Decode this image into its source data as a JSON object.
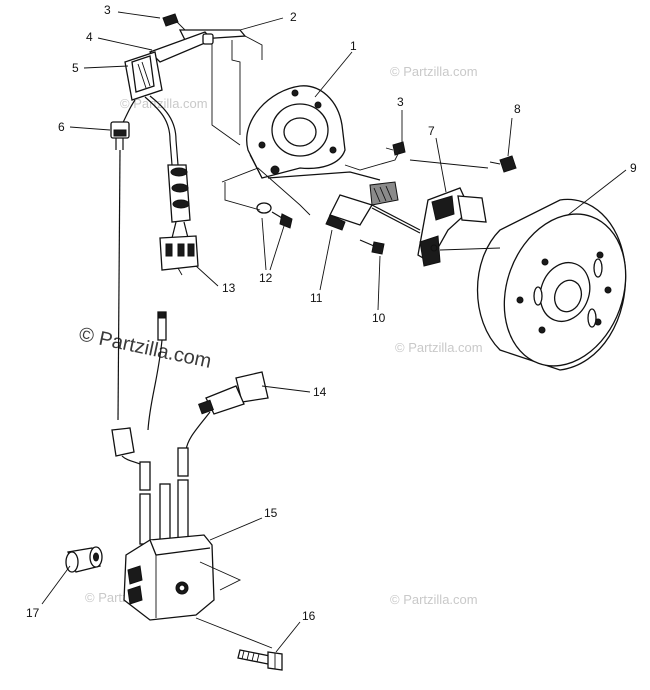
{
  "watermarks": [
    "© Partzilla.com",
    "© Partzilla.com",
    "© Partzilla.com",
    "© Partzilla.com",
    "© Partzilla.com",
    "© Partzilla.com"
  ],
  "callouts": [
    "1",
    "2",
    "3",
    "3",
    "4",
    "5",
    "6",
    "7",
    "8",
    "9",
    "10",
    "11",
    "12",
    "13",
    "14",
    "15",
    "16",
    "17"
  ]
}
